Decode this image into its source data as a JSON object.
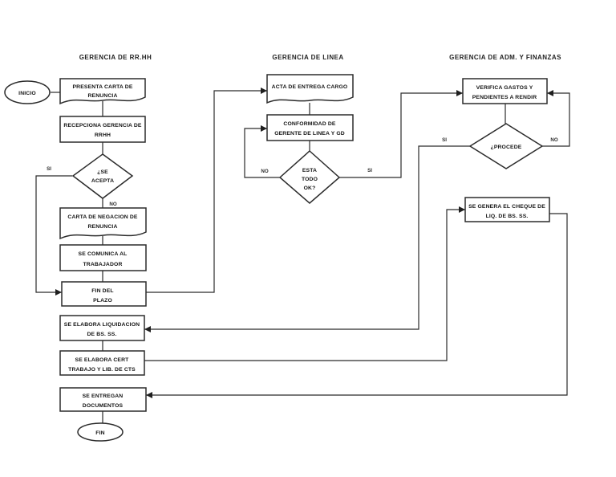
{
  "colors": {
    "background": "#ffffff",
    "ink": "#2b2b2b",
    "text": "#141414"
  },
  "columns": {
    "rrhh": "GERENCIA DE RR.HH",
    "linea": "GERENCIA DE LINEA",
    "finanzas": "GERENCIA DE ADM. Y FINANZAS"
  },
  "nodes": {
    "inicio": {
      "shape": "terminator",
      "label": "INICIO"
    },
    "presenta": {
      "shape": "document",
      "lines": [
        "PRESENTA CARTA DE",
        "RENUNCIA"
      ]
    },
    "recepciona": {
      "shape": "process",
      "lines": [
        "RECEPCIONA GERENCIA DE",
        "RRHH"
      ]
    },
    "se_acepta": {
      "shape": "decision",
      "lines": [
        "¿SE",
        "ACEPTA"
      ]
    },
    "carta_negacion": {
      "shape": "document",
      "lines": [
        "CARTA DE NEGACION DE",
        "RENUNCIA"
      ]
    },
    "se_comunica": {
      "shape": "process",
      "lines": [
        "SE COMUNICA AL",
        "TRABAJADOR"
      ]
    },
    "fin_plazo": {
      "shape": "process",
      "lines": [
        "FIN DEL",
        "PLAZO"
      ]
    },
    "liquidacion": {
      "shape": "process",
      "lines": [
        "SE ELABORA LIQUIDACION",
        "DE BS. SS."
      ]
    },
    "cert": {
      "shape": "process",
      "lines": [
        "SE ELABORA CERT",
        "TRABAJO Y LIB. DE CTS"
      ]
    },
    "entregan": {
      "shape": "process",
      "lines": [
        "SE ENTREGAN",
        "DOCUMENTOS"
      ]
    },
    "fin": {
      "shape": "terminator",
      "label": "FIN"
    },
    "acta": {
      "shape": "document",
      "lines": [
        "ACTA DE ENTREGA CARGO"
      ]
    },
    "conformidad": {
      "shape": "process",
      "lines": [
        "CONFORMIDAD DE",
        "GERENTE DE LINEA Y GD"
      ]
    },
    "esta_todo": {
      "shape": "decision",
      "lines": [
        "ESTA",
        "TODO",
        "OK?"
      ]
    },
    "verifica": {
      "shape": "process",
      "lines": [
        "VERIFICA GASTOS Y",
        "PENDIENTES A RENDIR"
      ]
    },
    "procede": {
      "shape": "decision",
      "label": "¿PROCEDE"
    },
    "cheque": {
      "shape": "process",
      "lines": [
        "SE GENERA EL CHEQUE DE",
        "LIQ. DE BS. SS."
      ]
    }
  },
  "branch_labels": {
    "se_acepta_si": "SI",
    "se_acepta_no": "NO",
    "esta_todo_no": "NO",
    "esta_todo_si": "SI",
    "procede_si": "SI",
    "procede_no": "NO"
  }
}
